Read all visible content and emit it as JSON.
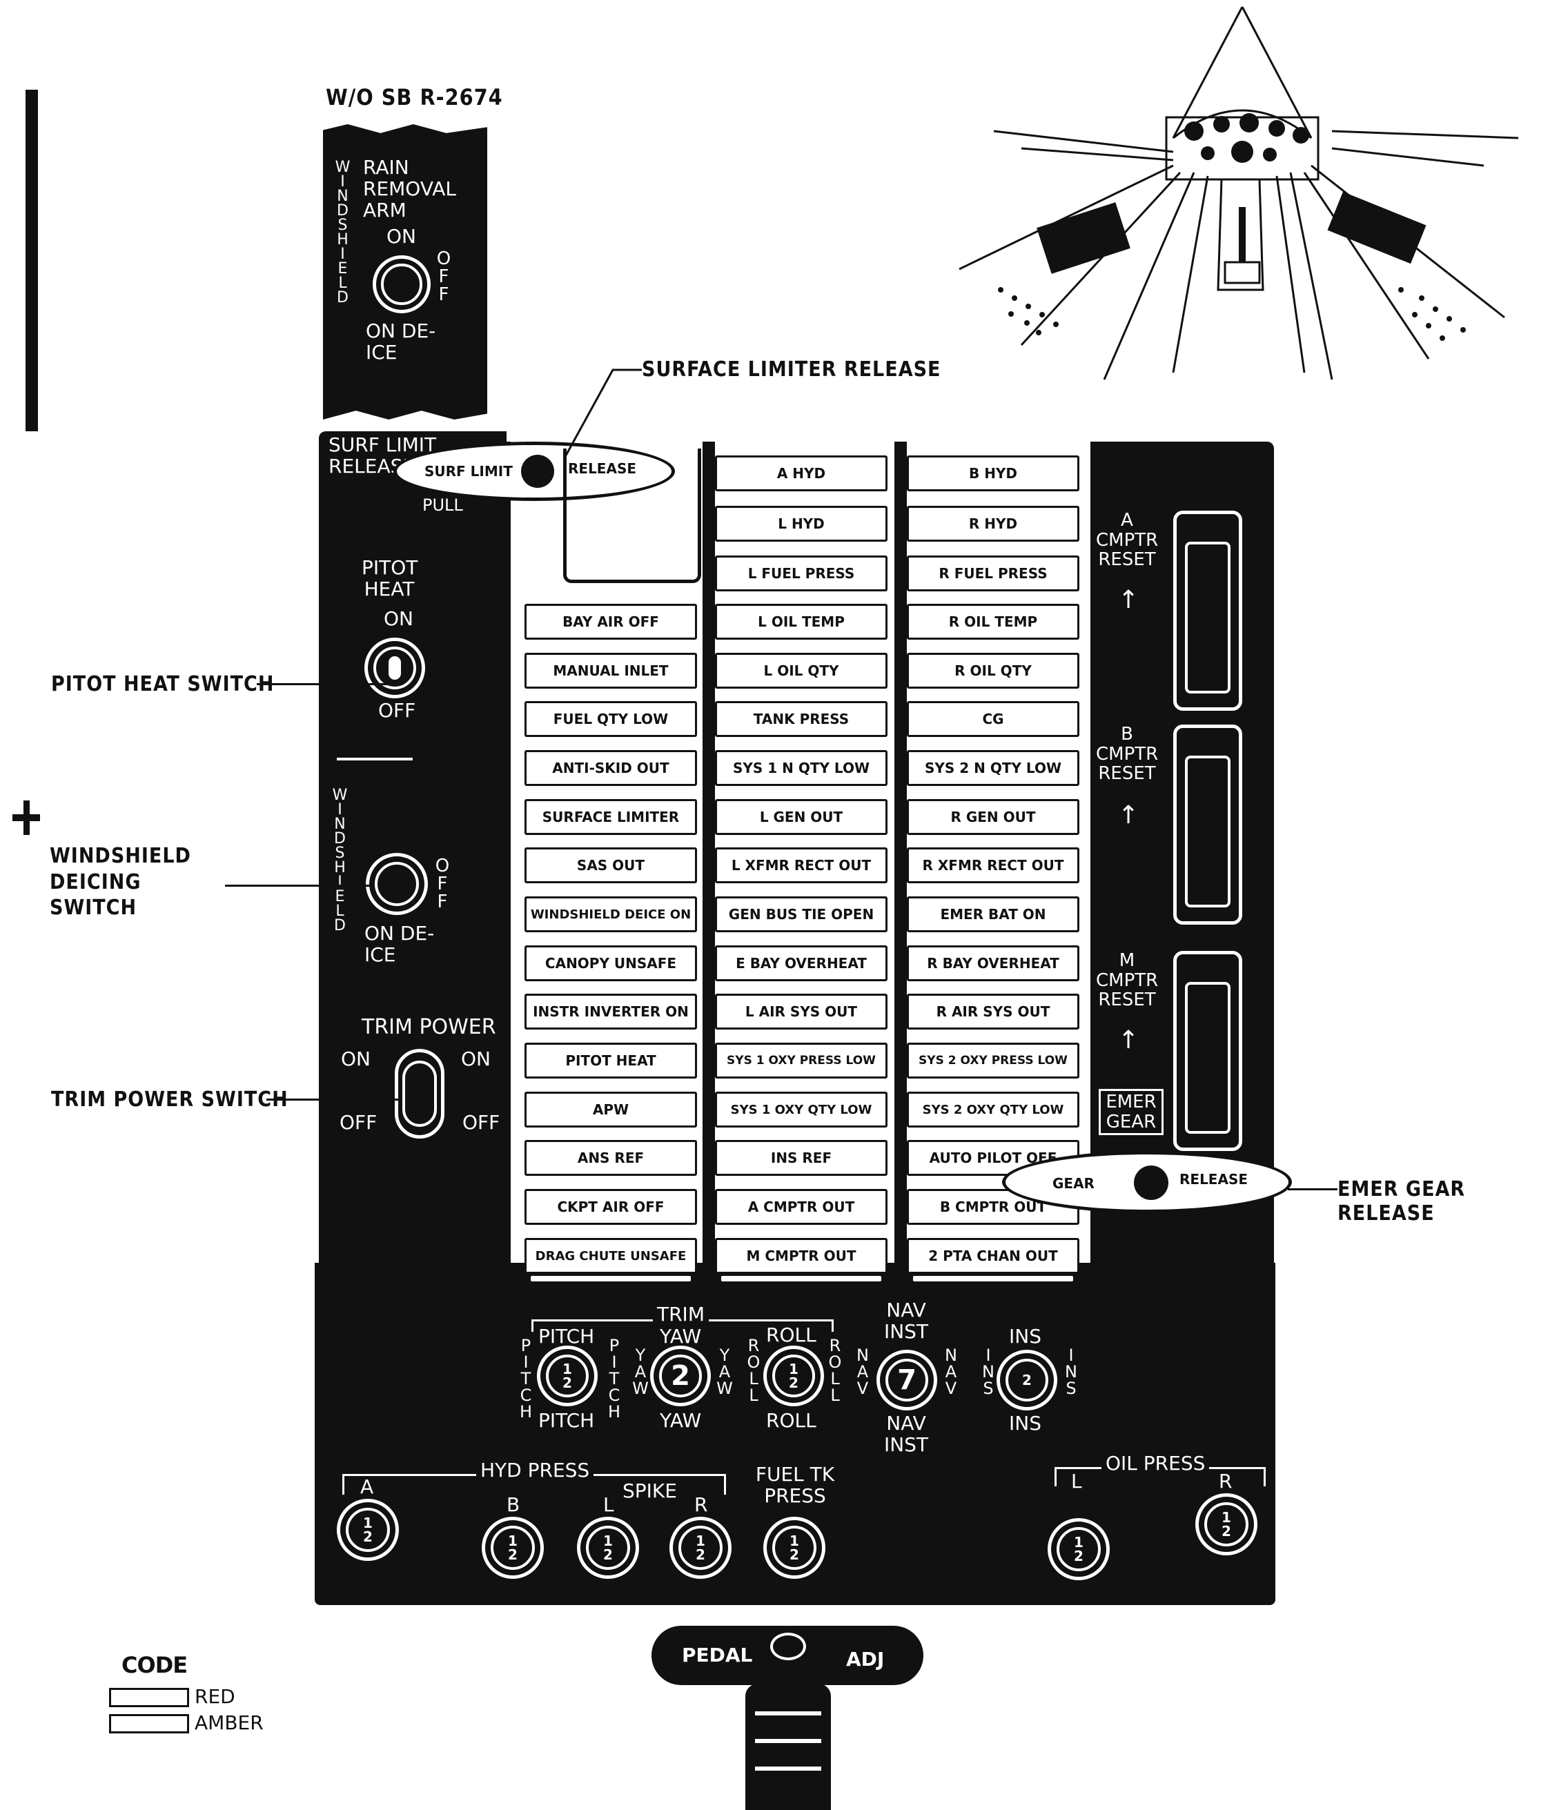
{
  "header_note": "W/O SB R-2674",
  "windshield_top": {
    "vertical": "WINDSHIELD",
    "title": "RAIN REMOVAL ARM",
    "on": "ON",
    "off": "OFF",
    "on_deice": "ON DE-ICE"
  },
  "callouts": {
    "surface_limiter_release": "SURFACE LIMITER RELEASE",
    "pitot_heat_switch": "PITOT HEAT SWITCH",
    "windshield_deicing_switch": "WINDSHIELD DEICING SWITCH",
    "trim_power_switch": "TRIM POWER SWITCH",
    "emer_gear_release": "EMER GEAR RELEASE"
  },
  "left_panel": {
    "surf_limit_release": "SURF LIMIT RELEASE",
    "handle_left": "SURF LIMIT",
    "handle_right": "RELEASE",
    "pull": "PULL",
    "pitot_heat": "PITOT HEAT",
    "pitot_on": "ON",
    "pitot_off": "OFF",
    "windshield_vertical": "WINDSHIELD",
    "wd_off": "OFF",
    "wd_on_deice": "ON DE-ICE",
    "trim_power": "TRIM POWER",
    "tp_on": "ON",
    "tp_off": "OFF"
  },
  "annunciators": {
    "col1": [
      "BAY AIR OFF",
      "MANUAL INLET",
      "FUEL QTY LOW",
      "ANTI-SKID OUT",
      "SURFACE LIMITER",
      "SAS OUT",
      "WINDSHIELD DEICE ON",
      "CANOPY UNSAFE",
      "INSTR INVERTER ON",
      "PITOT HEAT",
      "APW",
      "ANS REF",
      "CKPT AIR OFF",
      "DRAG CHUTE UNSAFE"
    ],
    "col2": [
      "A HYD",
      "L HYD",
      "L FUEL PRESS",
      "L OIL TEMP",
      "L OIL QTY",
      "TANK PRESS",
      "SYS 1 N QTY LOW",
      "L GEN OUT",
      "L XFMR RECT OUT",
      "GEN BUS TIE OPEN",
      "E BAY OVERHEAT",
      "L AIR SYS OUT",
      "SYS 1 OXY PRESS LOW",
      "SYS 1 OXY QTY LOW",
      "INS REF",
      "A CMPTR OUT",
      "M CMPTR OUT"
    ],
    "col3": [
      "B HYD",
      "R HYD",
      "R FUEL PRESS",
      "R OIL TEMP",
      "R OIL QTY",
      "CG",
      "SYS 2 N QTY LOW",
      "R GEN OUT",
      "R XFMR RECT OUT",
      "EMER BAT ON",
      "R BAY OVERHEAT",
      "R AIR SYS OUT",
      "SYS 2 OXY PRESS LOW",
      "SYS 2 OXY QTY LOW",
      "AUTO PILOT OFF",
      "B CMPTR OUT",
      "2 PTA CHAN OUT"
    ]
  },
  "right_panel": {
    "a_reset": "A CMPTR RESET",
    "b_reset": "B CMPTR RESET",
    "m_reset": "M CMPTR RESET",
    "emer_gear": "EMER GEAR",
    "gear_handle_left": "GEAR",
    "gear_handle_right": "RELEASE"
  },
  "bottom_panel": {
    "trim": "TRIM",
    "pitch": "PITCH",
    "yaw": "YAW",
    "roll": "ROLL",
    "nav_inst": "NAV INST",
    "nav": "NAV",
    "ins": "INS",
    "hyd_press": "HYD PRESS",
    "spike": "SPIKE",
    "a": "A",
    "b": "B",
    "l": "L",
    "r": "R",
    "fuel_tk_press": "FUEL TK PRESS",
    "oil_press": "OIL PRESS",
    "one": "1",
    "two": "2",
    "seven": "7"
  },
  "pedal": {
    "left": "PEDAL",
    "right": "ADJ"
  },
  "code": {
    "title": "CODE",
    "red": "RED",
    "amber": "AMBER"
  }
}
